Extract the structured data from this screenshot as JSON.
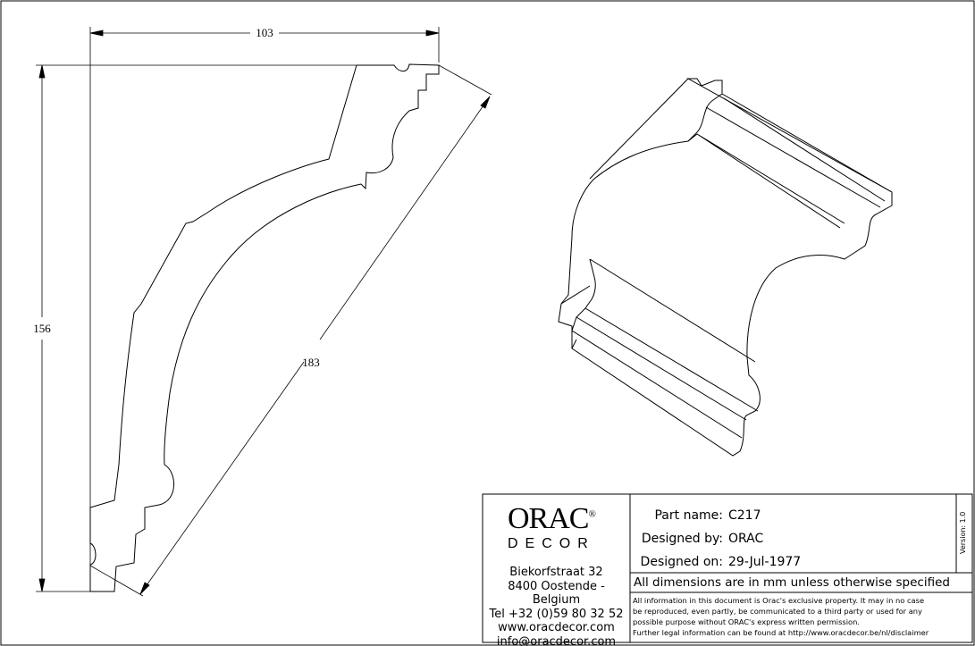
{
  "dimensions": {
    "width": "103",
    "height": "156",
    "diagonal": "183"
  },
  "title_block": {
    "logo": {
      "main": "ORAC",
      "registered": "®",
      "sub": "DECOR"
    },
    "address": [
      "Biekorfstraat 32",
      "8400 Oostende - Belgium",
      "Tel  +32 (0)59 80 32 52",
      "www.oracdecor.com",
      "info@oracdecor.com"
    ],
    "part_name_label": "Part name:",
    "part_name": "C217",
    "designed_by_label": "Designed by:",
    "designed_by": "ORAC",
    "designed_on_label": "Designed on:",
    "designed_on": "29-Jul-1977",
    "version": "Version: 1.0",
    "units_note": "All dimensions are in mm unless otherwise specified",
    "legal": [
      "All information in this document is Orac's exclusive property.  It may in no case",
      "be reproduced, even partly, be communicated to a third party or used for any",
      "possible purpose without ORAC's express written permission.",
      "Further legal information can be found at http://www.oracdecor.be/nl/disclaimer"
    ]
  }
}
